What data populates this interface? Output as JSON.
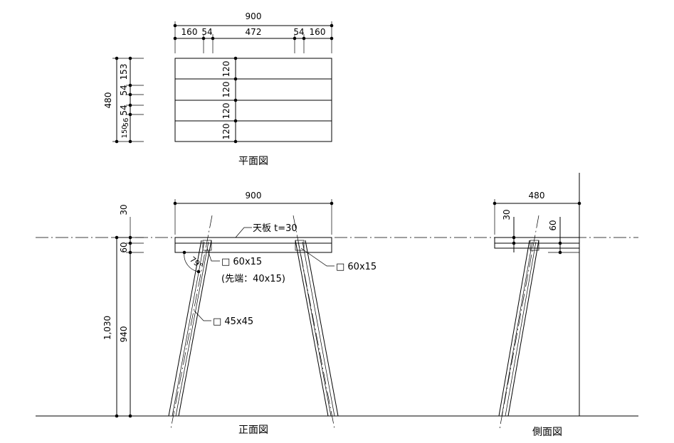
{
  "plan": {
    "title": "平面図",
    "total_width": "900",
    "width_segments": [
      "160",
      "54",
      "472",
      "54",
      "160"
    ],
    "total_depth": "480",
    "depth_segments": [
      "153",
      "54",
      "54",
      "56",
      "150"
    ],
    "board_widths": [
      "120",
      "120",
      "120",
      "120"
    ]
  },
  "front": {
    "title": "正面図",
    "width": "900",
    "top_thickness": "30",
    "apron_height": "60",
    "total_height": "1,030",
    "leg_height": "940",
    "top_label": "天板 t=30",
    "brace_label": "□ 60x15",
    "brace_tip_label": "(先端：40x15)",
    "rail_label": "□ 60x15",
    "leg_label": "□ 45x45",
    "angle_label": "79°"
  },
  "side": {
    "title": "側面図",
    "width": "480",
    "top_thickness": "30",
    "apron_height": "60"
  }
}
